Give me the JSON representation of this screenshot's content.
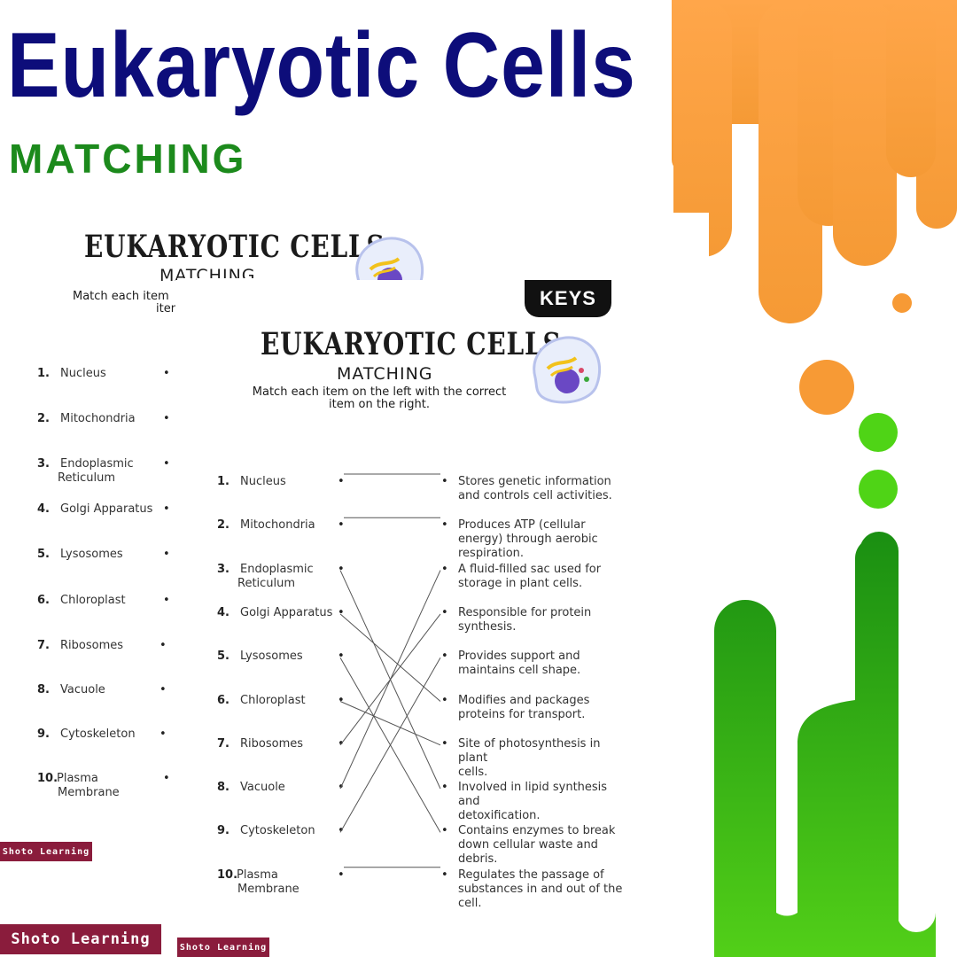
{
  "header": {
    "title": "Eukaryotic Cells",
    "subtitle": "MATCHING"
  },
  "worksheet_back": {
    "title": "EUKARYOTIC CELLS",
    "subtitle": "MATCHING",
    "instruction_line1": "Match each item",
    "instruction_line2": "item",
    "items": [
      {
        "num": "1.",
        "line1": "Nucleus",
        "line2": ""
      },
      {
        "num": "2.",
        "line1": "Mitochondria",
        "line2": ""
      },
      {
        "num": "3.",
        "line1": "Endoplasmic",
        "line2": "Reticulum"
      },
      {
        "num": "4.",
        "line1": "Golgi Apparatus",
        "line2": ""
      },
      {
        "num": "5.",
        "line1": "Lysosomes",
        "line2": ""
      },
      {
        "num": "6.",
        "line1": "Chloroplast",
        "line2": ""
      },
      {
        "num": "7.",
        "line1": "Ribosomes",
        "line2": ""
      },
      {
        "num": "8.",
        "line1": "Vacuole",
        "line2": ""
      },
      {
        "num": "9.",
        "line1": "Cytoskeleton",
        "line2": ""
      },
      {
        "num": "10.",
        "line1": "Plasma",
        "line2": "Membrane"
      }
    ]
  },
  "worksheet_front": {
    "title": "EUKARYOTIC CELLS",
    "subtitle": "MATCHING",
    "instruction_line1": "Match each item on the left with the correct",
    "instruction_line2": "item on the right.",
    "items": [
      {
        "num": "1.",
        "line1": "Nucleus",
        "line2": ""
      },
      {
        "num": "2.",
        "line1": "Mitochondria",
        "line2": ""
      },
      {
        "num": "3.",
        "line1": "Endoplasmic",
        "line2": "Reticulum"
      },
      {
        "num": "4.",
        "line1": "Golgi Apparatus",
        "line2": ""
      },
      {
        "num": "5.",
        "line1": "Lysosomes",
        "line2": ""
      },
      {
        "num": "6.",
        "line1": "Chloroplast",
        "line2": ""
      },
      {
        "num": "7.",
        "line1": "Ribosomes",
        "line2": ""
      },
      {
        "num": "8.",
        "line1": "Vacuole",
        "line2": ""
      },
      {
        "num": "9.",
        "line1": "Cytoskeleton",
        "line2": ""
      },
      {
        "num": "10.",
        "line1": "Plasma",
        "line2": "Membrane"
      }
    ],
    "definitions": [
      {
        "line1": "Stores genetic information",
        "line2": "and controls cell activities.",
        "line3": ""
      },
      {
        "line1": "Produces ATP (cellular",
        "line2": "energy) through aerobic",
        "line3": "respiration."
      },
      {
        "line1": "A fluid-filled sac used for",
        "line2": "storage in plant cells.",
        "line3": ""
      },
      {
        "line1": "Responsible for protein",
        "line2": "synthesis.",
        "line3": ""
      },
      {
        "line1": "Provides support and",
        "line2": "maintains cell shape.",
        "line3": ""
      },
      {
        "line1": "Modifies and packages",
        "line2": "proteins for transport.",
        "line3": ""
      },
      {
        "line1": "Site of photosynthesis in plant",
        "line2": "cells.",
        "line3": ""
      },
      {
        "line1": "Involved in lipid synthesis and",
        "line2": "detoxification.",
        "line3": ""
      },
      {
        "line1": "Contains enzymes to break",
        "line2": "down cellular waste and",
        "line3": "debris."
      },
      {
        "line1": "Regulates the passage of",
        "line2": "substances in and out of the",
        "line3": "cell."
      }
    ],
    "answer_key": [
      0,
      1,
      7,
      5,
      8,
      6,
      3,
      2,
      4,
      9
    ]
  },
  "keys_label": "KEYS",
  "branding": {
    "label_small_1": "Shoto Learning",
    "label_large": "Shoto Learning",
    "label_small_2": "Shoto Learning"
  },
  "colors": {
    "title_navy": "#0d0d7a",
    "subtitle_green": "#1c8a1c",
    "orange": "#f7a040",
    "green_light": "#5ad61a",
    "green_dark": "#168a16",
    "brand_maroon": "#8a1c3c"
  },
  "icons": {
    "cell": "eukaryotic-cell-icon"
  }
}
